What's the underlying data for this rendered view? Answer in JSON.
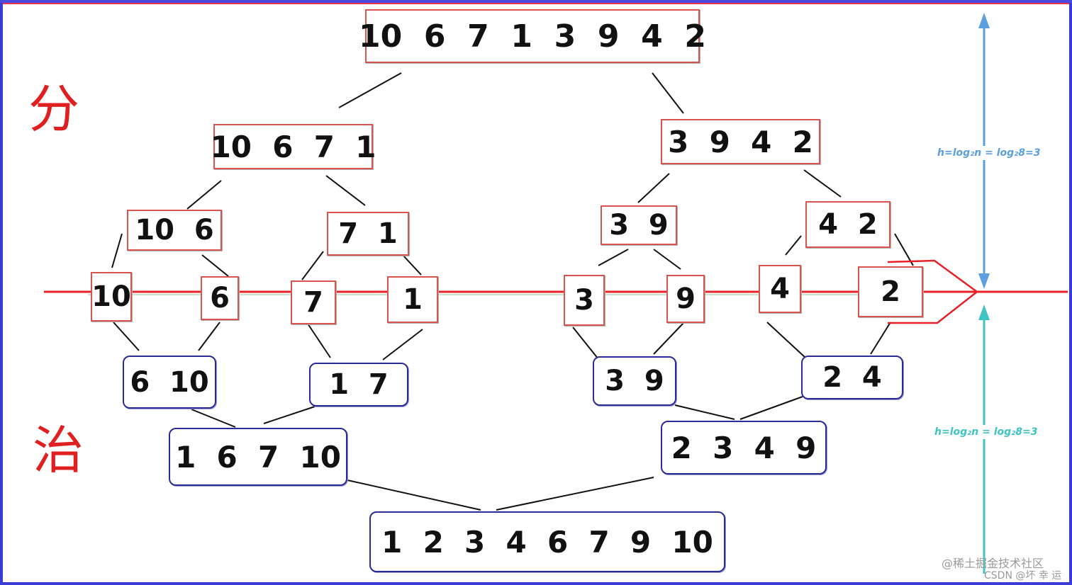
{
  "labels": {
    "divide": "分",
    "conquer": "治",
    "height_top": "h=log₂n = log₂8=3",
    "height_bottom": "h=log₂n = log₂8=3",
    "watermark_line1": "@稀土掘金技术社区",
    "watermark_line2": "CSDN @坏 幸 运"
  },
  "split_nodes": {
    "root": "10  6  7  1  3  9  4  2",
    "left": "10  6  7  1",
    "right": "3  9  4  2",
    "ll": "10  6",
    "lr": "7  1",
    "rl": "3  9",
    "rr": "4  2",
    "leaf_10": "10",
    "leaf_6": "6",
    "leaf_7": "7",
    "leaf_1": "1",
    "leaf_3": "3",
    "leaf_9": "9",
    "leaf_4": "4",
    "leaf_2": "2"
  },
  "merge_nodes": {
    "m_6_10": "6  10",
    "m_1_7": "1  7",
    "m_3_9": "3  9",
    "m_2_4": "2  4",
    "m_left": "1  6  7  10",
    "m_right": "2  3  4  9",
    "m_final": "1  2  3  4  6  7  9  10"
  },
  "colors": {
    "split_border": "#d9534f",
    "merge_border": "#2b2b9a",
    "cut_line": "#e8202a",
    "arrow_top": "#5b9fe0",
    "arrow_bottom": "#3fc3c3"
  }
}
